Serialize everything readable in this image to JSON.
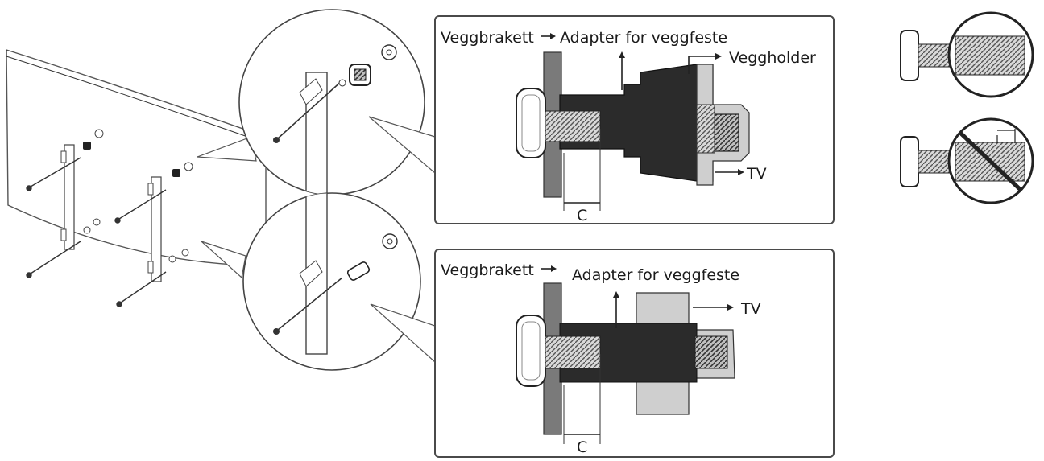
{
  "colors": {
    "screw_dark": "#2b2b2b",
    "bracket_grey": "#7a7a7a",
    "tv_light": "#cfcfcf",
    "panel_border": "#4a4a4a",
    "prohibit_red": "none"
  },
  "detail_top": {
    "label_bracket": "Veggbrakett",
    "label_adapter": "Adapter for veggfeste",
    "label_holder": "Veggholder",
    "label_tv": "TV",
    "label_dim": "C"
  },
  "detail_bottom": {
    "label_bracket": "Veggbrakett",
    "label_adapter": "Adapter for veggfeste",
    "label_tv": "TV",
    "label_dim": "C"
  },
  "icons": [
    "curved-tv-back-icon",
    "zoom-circle-icon",
    "screw-correct-icon",
    "screw-incorrect-icon"
  ]
}
